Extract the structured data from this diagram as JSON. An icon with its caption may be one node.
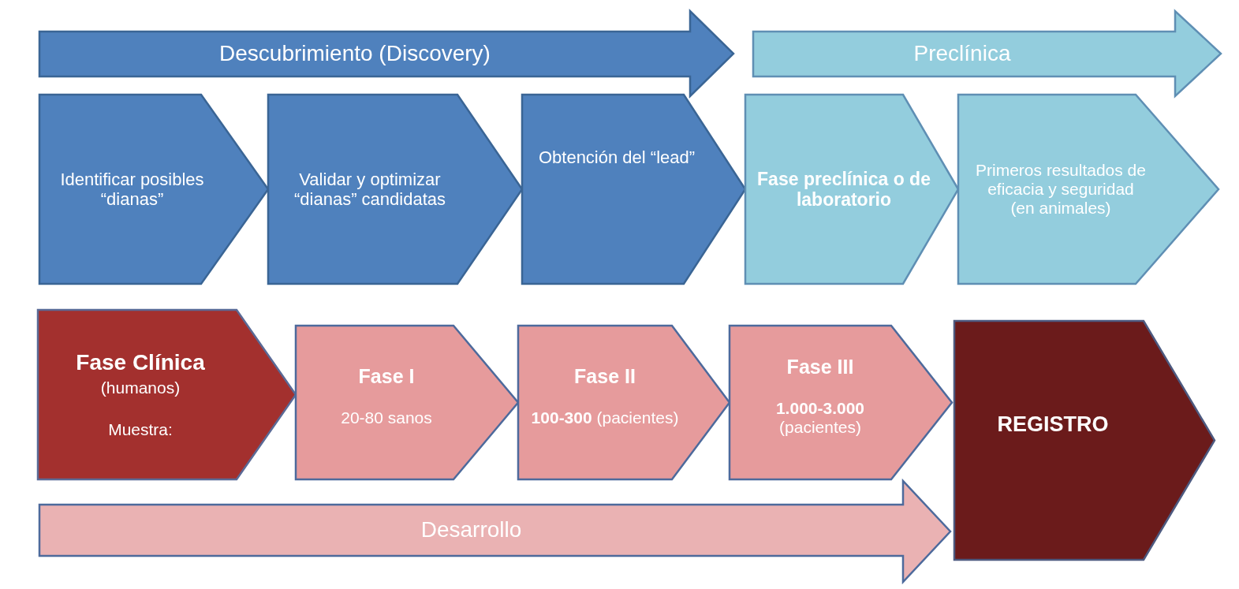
{
  "diagram": {
    "nodes": [
      {
        "text": [
          "Descubrimiento (Discovery)"
        ]
      },
      {
        "text": [
          "Preclínica"
        ]
      },
      {
        "text": [
          "Identificar posibles “dianas”"
        ]
      },
      {
        "text": [
          "Validar y optimizar “dianas” candidatas"
        ]
      },
      {
        "text": [
          "Obtención del “lead”"
        ]
      },
      {
        "text": [
          "Fase preclínica o de laboratorio"
        ]
      },
      {
        "text": [
          "Primeros resultados de eficacia y seguridad (en animales)"
        ]
      },
      {
        "text": [
          "Fase Clínica",
          "(humanos)",
          "Muestra:"
        ]
      },
      {
        "text": [
          "Fase I",
          "20-80 sanos"
        ]
      },
      {
        "text": [
          "Fase II",
          "**100-300** (pacientes)"
        ]
      },
      {
        "text": [
          "Fase III",
          "**1.000-3.000** (pacientes)"
        ]
      },
      {
        "text": [
          "REGISTRO"
        ]
      },
      {
        "text": [
          "Desarrollo"
        ]
      }
    ]
  }
}
